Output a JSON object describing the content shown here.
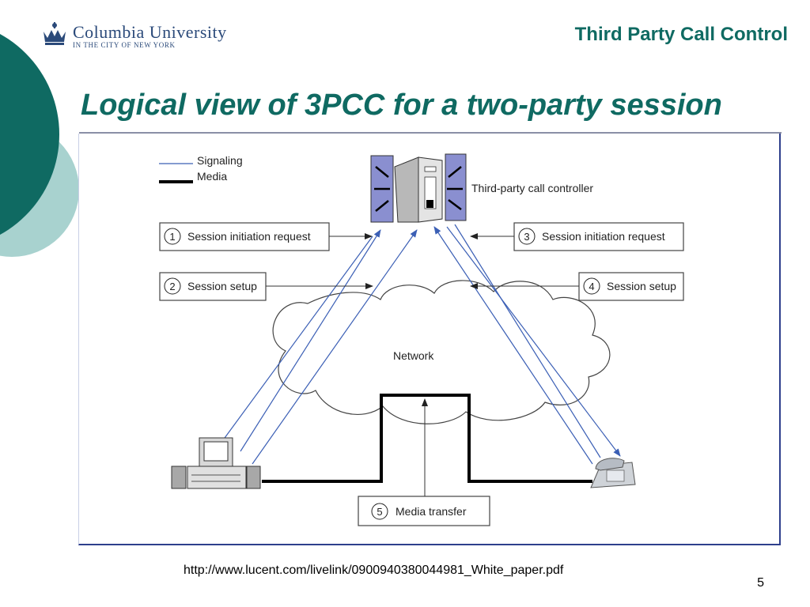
{
  "header": {
    "logo_name": "Columbia University",
    "logo_sub": "IN THE CITY OF NEW YORK",
    "title": "Third Party Call Control"
  },
  "slide": {
    "title": "Logical view of 3PCC for a two-party session",
    "source": "http://www.lucent.com/livelink/0900940380044981_White_paper.pdf",
    "page_number": "5"
  },
  "diagram": {
    "legend": {
      "signaling": "Signaling",
      "media": "Media"
    },
    "controller_label": "Third-party call controller",
    "network_label": "Network",
    "steps": [
      {
        "num": "1",
        "label": "Session initiation request"
      },
      {
        "num": "2",
        "label": "Session setup"
      },
      {
        "num": "3",
        "label": "Session initiation request"
      },
      {
        "num": "4",
        "label": "Session setup"
      },
      {
        "num": "5",
        "label": "Media transfer"
      }
    ]
  },
  "colors": {
    "accent": "#0f6a62",
    "signaling": "#3b5fb5",
    "media": "#000000",
    "deco_dark": "#0f6a62",
    "deco_light": "#a8d2cf"
  }
}
